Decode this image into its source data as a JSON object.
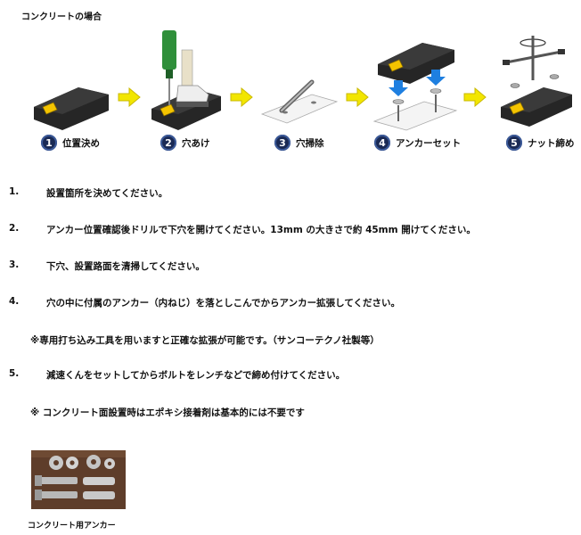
{
  "title": "コンクリートの場合",
  "steps": [
    {
      "num": "1",
      "label": "位置決め"
    },
    {
      "num": "2",
      "label": "穴あけ"
    },
    {
      "num": "3",
      "label": "穴掃除"
    },
    {
      "num": "4",
      "label": "アンカーセット"
    },
    {
      "num": "5",
      "label": "ナット締め"
    }
  ],
  "instructions": [
    {
      "num": "1.",
      "text": "設置箇所を決めてください。"
    },
    {
      "num": "2.",
      "text": "アンカー位置確認後ドリルで下穴を開けてください。13mm の大きさで約 45mm 開けてください。"
    },
    {
      "num": "3.",
      "text": "下穴、設置路面を清掃してください。"
    },
    {
      "num": "4.",
      "text": "穴の中に付属のアンカー（内ねじ）を落としこんでからアンカー拡張してください。"
    },
    {
      "num": "5.",
      "text": "減速くんをセットしてからボルトをレンチなどで締め付けてください。"
    }
  ],
  "notes": {
    "tool": "※専用打ち込み工具を用いますと正確な拡張が可能です。（サンコーテクノ社製等）",
    "epoxy": "※ コンクリート面設置時はエポキシ接着剤は基本的には不要です"
  },
  "caption": "コンクリート用アンカー",
  "colors": {
    "arrow": "#f2e600",
    "arrow_stroke": "#c9b800",
    "badge": "#1a2a55",
    "bump": "#262626",
    "reflector": "#f4c400"
  }
}
